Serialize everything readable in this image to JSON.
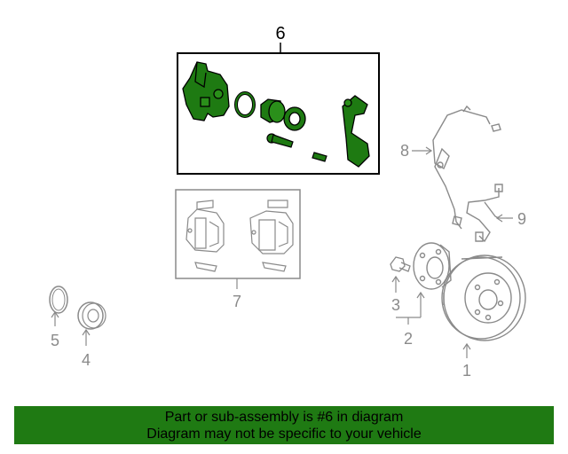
{
  "callouts": {
    "c1": "1",
    "c2": "2",
    "c3": "3",
    "c4": "4",
    "c5": "5",
    "c6": "6",
    "c7": "7",
    "c8": "8",
    "c9": "9"
  },
  "colors": {
    "highlight_part": "#1e7a12",
    "banner_bg": "#1f7a13",
    "line_gray": "#8a8a8a"
  },
  "banner": {
    "line1": "Part or sub-assembly is #6 in diagram",
    "line2": "Diagram may not be specific to your vehicle"
  }
}
